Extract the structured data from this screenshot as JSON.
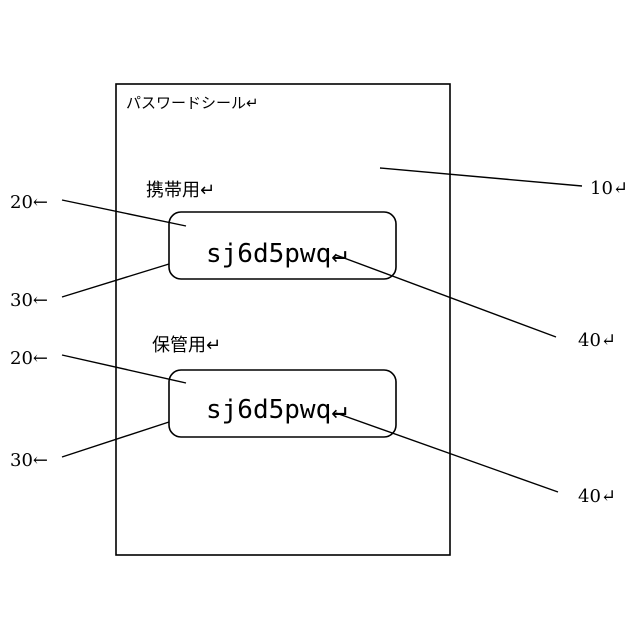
{
  "sheet": {
    "title": "パスワードシール↵"
  },
  "sections": [
    {
      "label": "携帯用↵",
      "password": "sj6d5pwq↵"
    },
    {
      "label": "保管用↵",
      "password": "sj6d5pwq↵"
    }
  ],
  "reference_labels": {
    "sheet": "10↵",
    "box_top_1": "20←",
    "box_bottom_1": "30←",
    "password_1": "40↵",
    "box_top_2": "20←",
    "box_bottom_2": "30←",
    "password_2": "40↵"
  }
}
